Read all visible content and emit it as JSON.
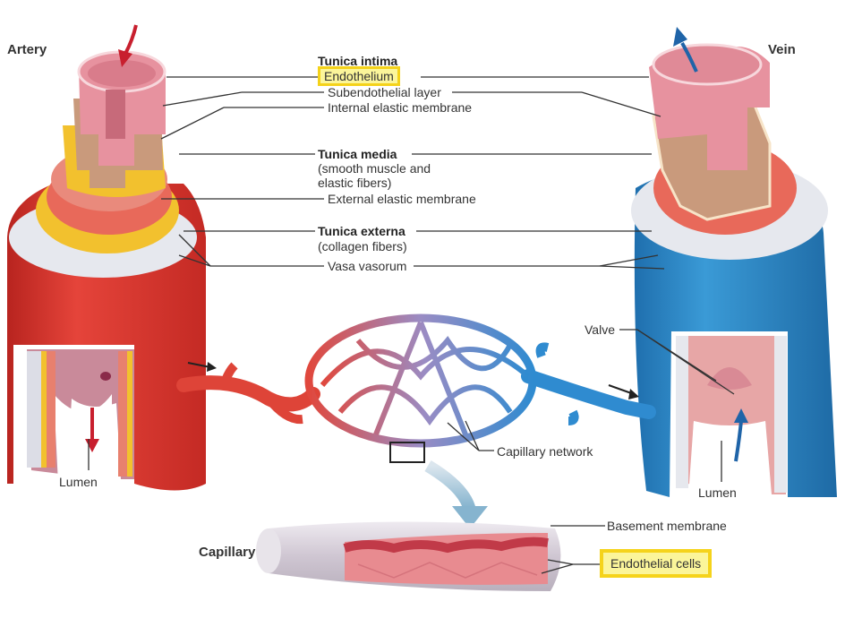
{
  "titles": {
    "artery": "Artery",
    "vein": "Vein",
    "capillary": "Capillary"
  },
  "labels": {
    "tunica_intima": "Tunica intima",
    "endothelium": "Endothelium",
    "subendothelial": "Subendothelial layer",
    "internal_elastic": "Internal elastic membrane",
    "tunica_media": "Tunica media",
    "tunica_media_desc1": "(smooth muscle and",
    "tunica_media_desc2": "elastic fibers)",
    "external_elastic": "External elastic membrane",
    "tunica_externa": "Tunica externa",
    "tunica_externa_desc": "(collagen fibers)",
    "vasa_vasorum": "Vasa vasorum",
    "valve": "Valve",
    "capillary_network": "Capillary network",
    "lumen_artery": "Lumen",
    "lumen_vein": "Lumen",
    "basement_membrane": "Basement membrane",
    "endothelial_cells": "Endothelial cells"
  },
  "colors": {
    "artery_red": "#d9342b",
    "vein_blue": "#2a86c7",
    "intima_pink": "#e7929f",
    "subendothelial_tan": "#c99a7c",
    "elastic_yellow": "#f2c12e",
    "media_muscle": "#e8695a",
    "externa_grey": "#e6e8ee",
    "highlight_fill": "#fbf59a",
    "highlight_border": "#f4d21a"
  }
}
